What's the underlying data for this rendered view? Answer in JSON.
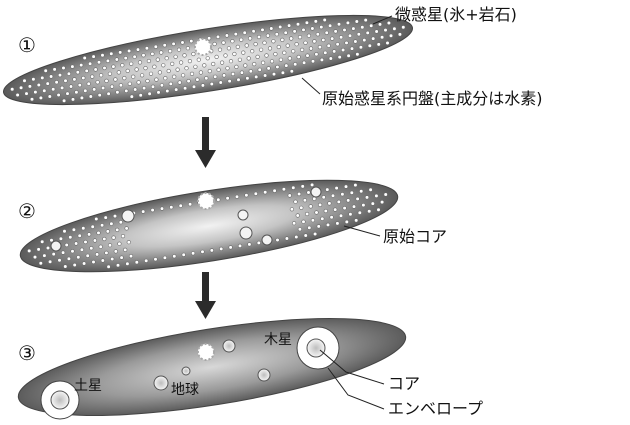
{
  "steps": [
    {
      "number": "①",
      "labels": {
        "planetesimal": "微惑星(氷+岩石)",
        "disk": "原始惑星系円盤(主成分は水素)"
      }
    },
    {
      "number": "②",
      "labels": {
        "core": "原始コア"
      }
    },
    {
      "number": "③",
      "labels": {
        "saturn": "土星",
        "earth": "地球",
        "jupiter": "木星",
        "core": "コア",
        "envelope": "エンベロープ"
      }
    }
  ],
  "colors": {
    "disk_dark": "#5a5a5a",
    "disk_light": "#f2f2f2",
    "arrow": "#2b2b2b",
    "dot_fill": "#ffffff"
  }
}
